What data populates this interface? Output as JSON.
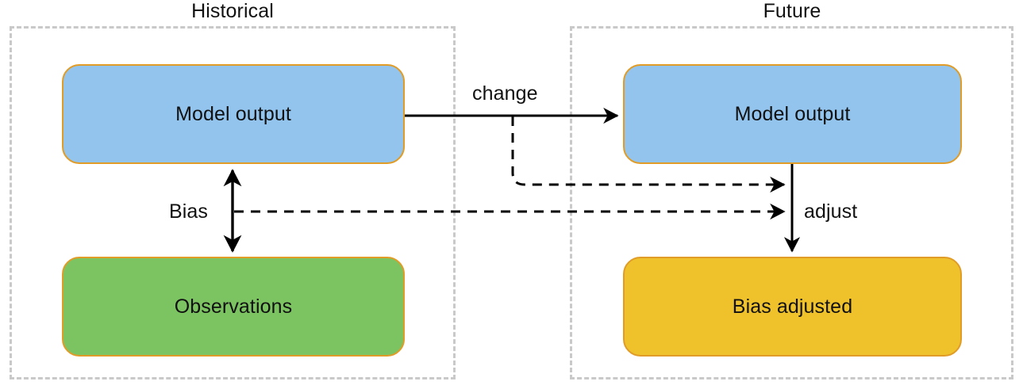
{
  "diagram": {
    "title_semantic": "bias-adjustment-workflow",
    "periods": [
      {
        "id": "historical",
        "label": "Historical"
      },
      {
        "id": "future",
        "label": "Future"
      }
    ],
    "nodes": [
      {
        "id": "hist-model",
        "label": "Model output",
        "period": "historical",
        "fill": "#92c4ee",
        "stroke": "#e09c26"
      },
      {
        "id": "observations",
        "label": "Observations",
        "period": "historical",
        "fill": "#7cc362",
        "stroke": "#e09c26"
      },
      {
        "id": "fut-model",
        "label": "Model output",
        "period": "future",
        "fill": "#92c4ee",
        "stroke": "#e09c26"
      },
      {
        "id": "bias-adjusted",
        "label": "Bias adjusted",
        "period": "future",
        "fill": "#efc22c",
        "stroke": "#e09c26"
      }
    ],
    "edges": [
      {
        "id": "change",
        "label": "change",
        "from": "hist-model",
        "to": "fut-model",
        "style": "solid",
        "arrows": "end"
      },
      {
        "id": "bias",
        "label": "Bias",
        "from": "hist-model",
        "to": "observations",
        "style": "solid",
        "arrows": "both"
      },
      {
        "id": "change-to-adjust",
        "label": "",
        "from": "change",
        "to": "adjust-line",
        "style": "dashed",
        "arrows": "end"
      },
      {
        "id": "bias-to-adjust",
        "label": "",
        "from": "bias",
        "to": "adjust-line",
        "style": "dashed",
        "arrows": "end"
      },
      {
        "id": "adjust",
        "label": "adjust",
        "from": "fut-model",
        "to": "bias-adjusted",
        "style": "solid",
        "arrows": "end"
      }
    ],
    "colors": {
      "box_stroke": "#e09c26",
      "container_dash": "#c9c9c9",
      "connector": "#000000",
      "text": "#111111",
      "background": "#ffffff"
    }
  }
}
